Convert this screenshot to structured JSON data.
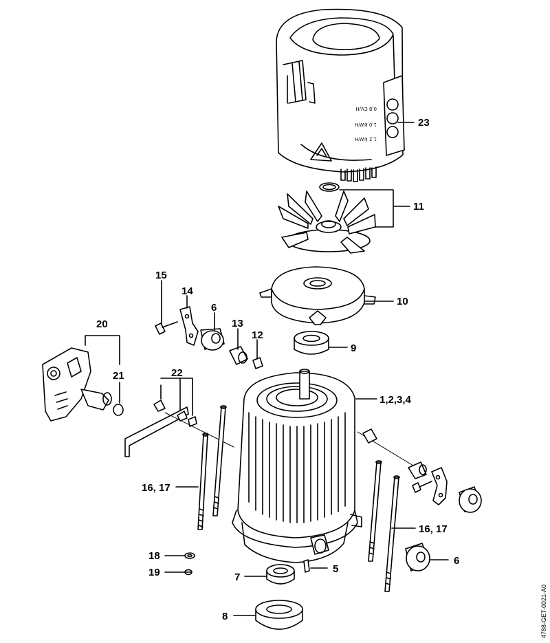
{
  "diagram": {
    "drawing_code": "4788-GET-0021-A0",
    "callouts": [
      {
        "id": "23",
        "text": "23"
      },
      {
        "id": "11",
        "text": "11"
      },
      {
        "id": "10",
        "text": "10"
      },
      {
        "id": "15",
        "text": "15"
      },
      {
        "id": "14",
        "text": "14"
      },
      {
        "id": "6a",
        "text": "6"
      },
      {
        "id": "13",
        "text": "13"
      },
      {
        "id": "12",
        "text": "12"
      },
      {
        "id": "9",
        "text": "9"
      },
      {
        "id": "20",
        "text": "20"
      },
      {
        "id": "21",
        "text": "21"
      },
      {
        "id": "22",
        "text": "22"
      },
      {
        "id": "1234",
        "text": "1,2,3,4"
      },
      {
        "id": "1617a",
        "text": "16, 17"
      },
      {
        "id": "1617b",
        "text": "16, 17"
      },
      {
        "id": "18",
        "text": "18"
      },
      {
        "id": "19",
        "text": "19"
      },
      {
        "id": "7",
        "text": "7"
      },
      {
        "id": "5",
        "text": "5"
      },
      {
        "id": "6b",
        "text": "6"
      },
      {
        "id": "8",
        "text": "8"
      }
    ],
    "plate_texts": [
      "0,8 CV/H",
      "1,0 kW/H",
      "1,2 kW/H"
    ]
  }
}
